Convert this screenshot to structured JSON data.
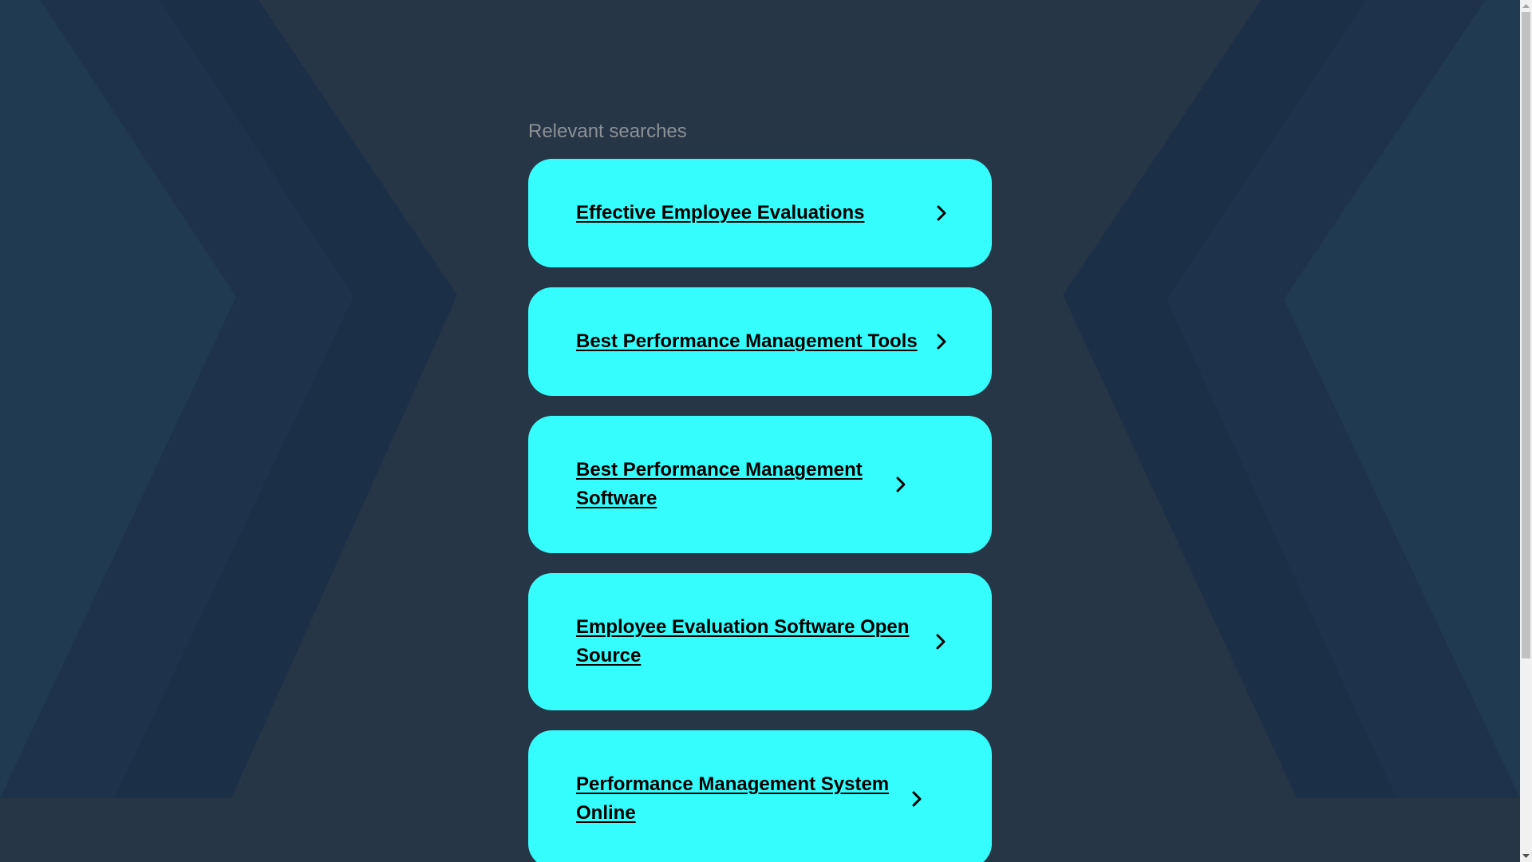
{
  "page": {
    "section_title": "Relevant searches"
  },
  "searches": [
    {
      "label": "Effective Employee Evaluations",
      "icon": "chevron-right-icon"
    },
    {
      "label": "Best Performance Management Tools",
      "icon": "chevron-right-icon"
    },
    {
      "label": "Best Performance Management Software",
      "icon": "chevron-right-icon"
    },
    {
      "label": "Employee Evaluation Software Open Source",
      "icon": "chevron-right-icon"
    },
    {
      "label": "Performance Management System Online",
      "icon": "chevron-right-icon"
    }
  ],
  "colors": {
    "background": "#273646",
    "card": "#36fdfd",
    "card_text": "#000000",
    "section_title": "#8c9196",
    "pattern_outer": "#1b3047",
    "pattern_middle": "#1e334b",
    "pattern_inner": "#203a51"
  },
  "scrollbar": {
    "up_icon": "arrow-up-icon",
    "down_icon": "arrow-down-icon"
  }
}
